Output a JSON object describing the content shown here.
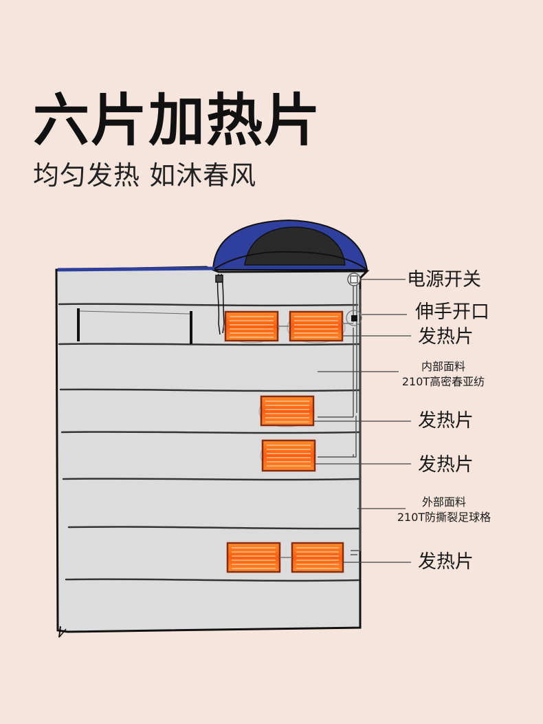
{
  "heading": {
    "title": "六片加热片",
    "subtitle": "均匀发热 如沐春风"
  },
  "callouts": {
    "power_switch": "电源开关",
    "hand_opening": "伸手开口",
    "heater_1": "发热片",
    "inner_fabric_title": "内部面料",
    "inner_fabric_desc": "210T高密春亚纺",
    "heater_2": "发热片",
    "heater_3": "发热片",
    "outer_fabric_title": "外部面料",
    "outer_fabric_desc": "210T防撕裂足球格",
    "heater_4": "发热片"
  },
  "colors": {
    "background": "#f6e5dd",
    "bag_fill": "#dddddd",
    "hood_blue": "#2e3f9e",
    "heater_orange": "#ff6a1a",
    "heater_border": "#8a2b10"
  }
}
